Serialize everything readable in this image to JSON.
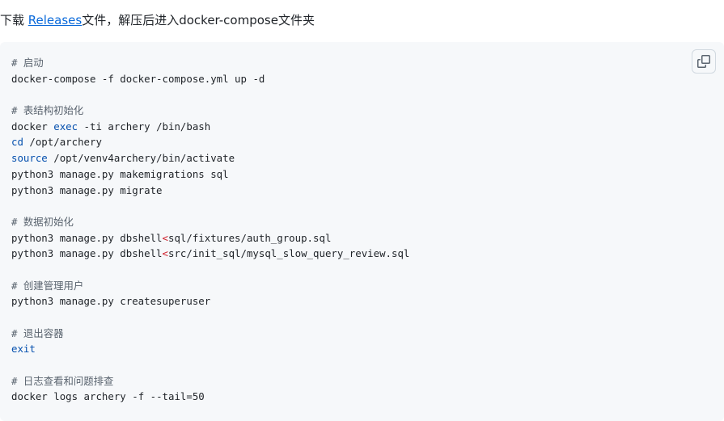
{
  "intro": {
    "prefix": "下载 ",
    "link": "Releases",
    "suffix": "文件，解压后进入docker-compose文件夹"
  },
  "code_block": {
    "copy_icon": "copy-icon",
    "lines": [
      "# 启动",
      "docker-compose -f docker-compose.yml up -d",
      "",
      "# 表结构初始化",
      "docker exec -ti archery /bin/bash",
      "cd /opt/archery",
      "source /opt/venv4archery/bin/activate",
      "python3 manage.py makemigrations sql",
      "python3 manage.py migrate",
      "",
      "# 数据初始化",
      "python3 manage.py dbshell<sql/fixtures/auth_group.sql",
      "python3 manage.py dbshell<src/init_sql/mysql_slow_query_review.sql",
      "",
      "# 创建管理用户",
      "python3 manage.py createsuperuser",
      "",
      "# 退出容器",
      "exit",
      "",
      "# 日志查看和问题排查",
      "docker logs archery -f --tail=50"
    ]
  }
}
